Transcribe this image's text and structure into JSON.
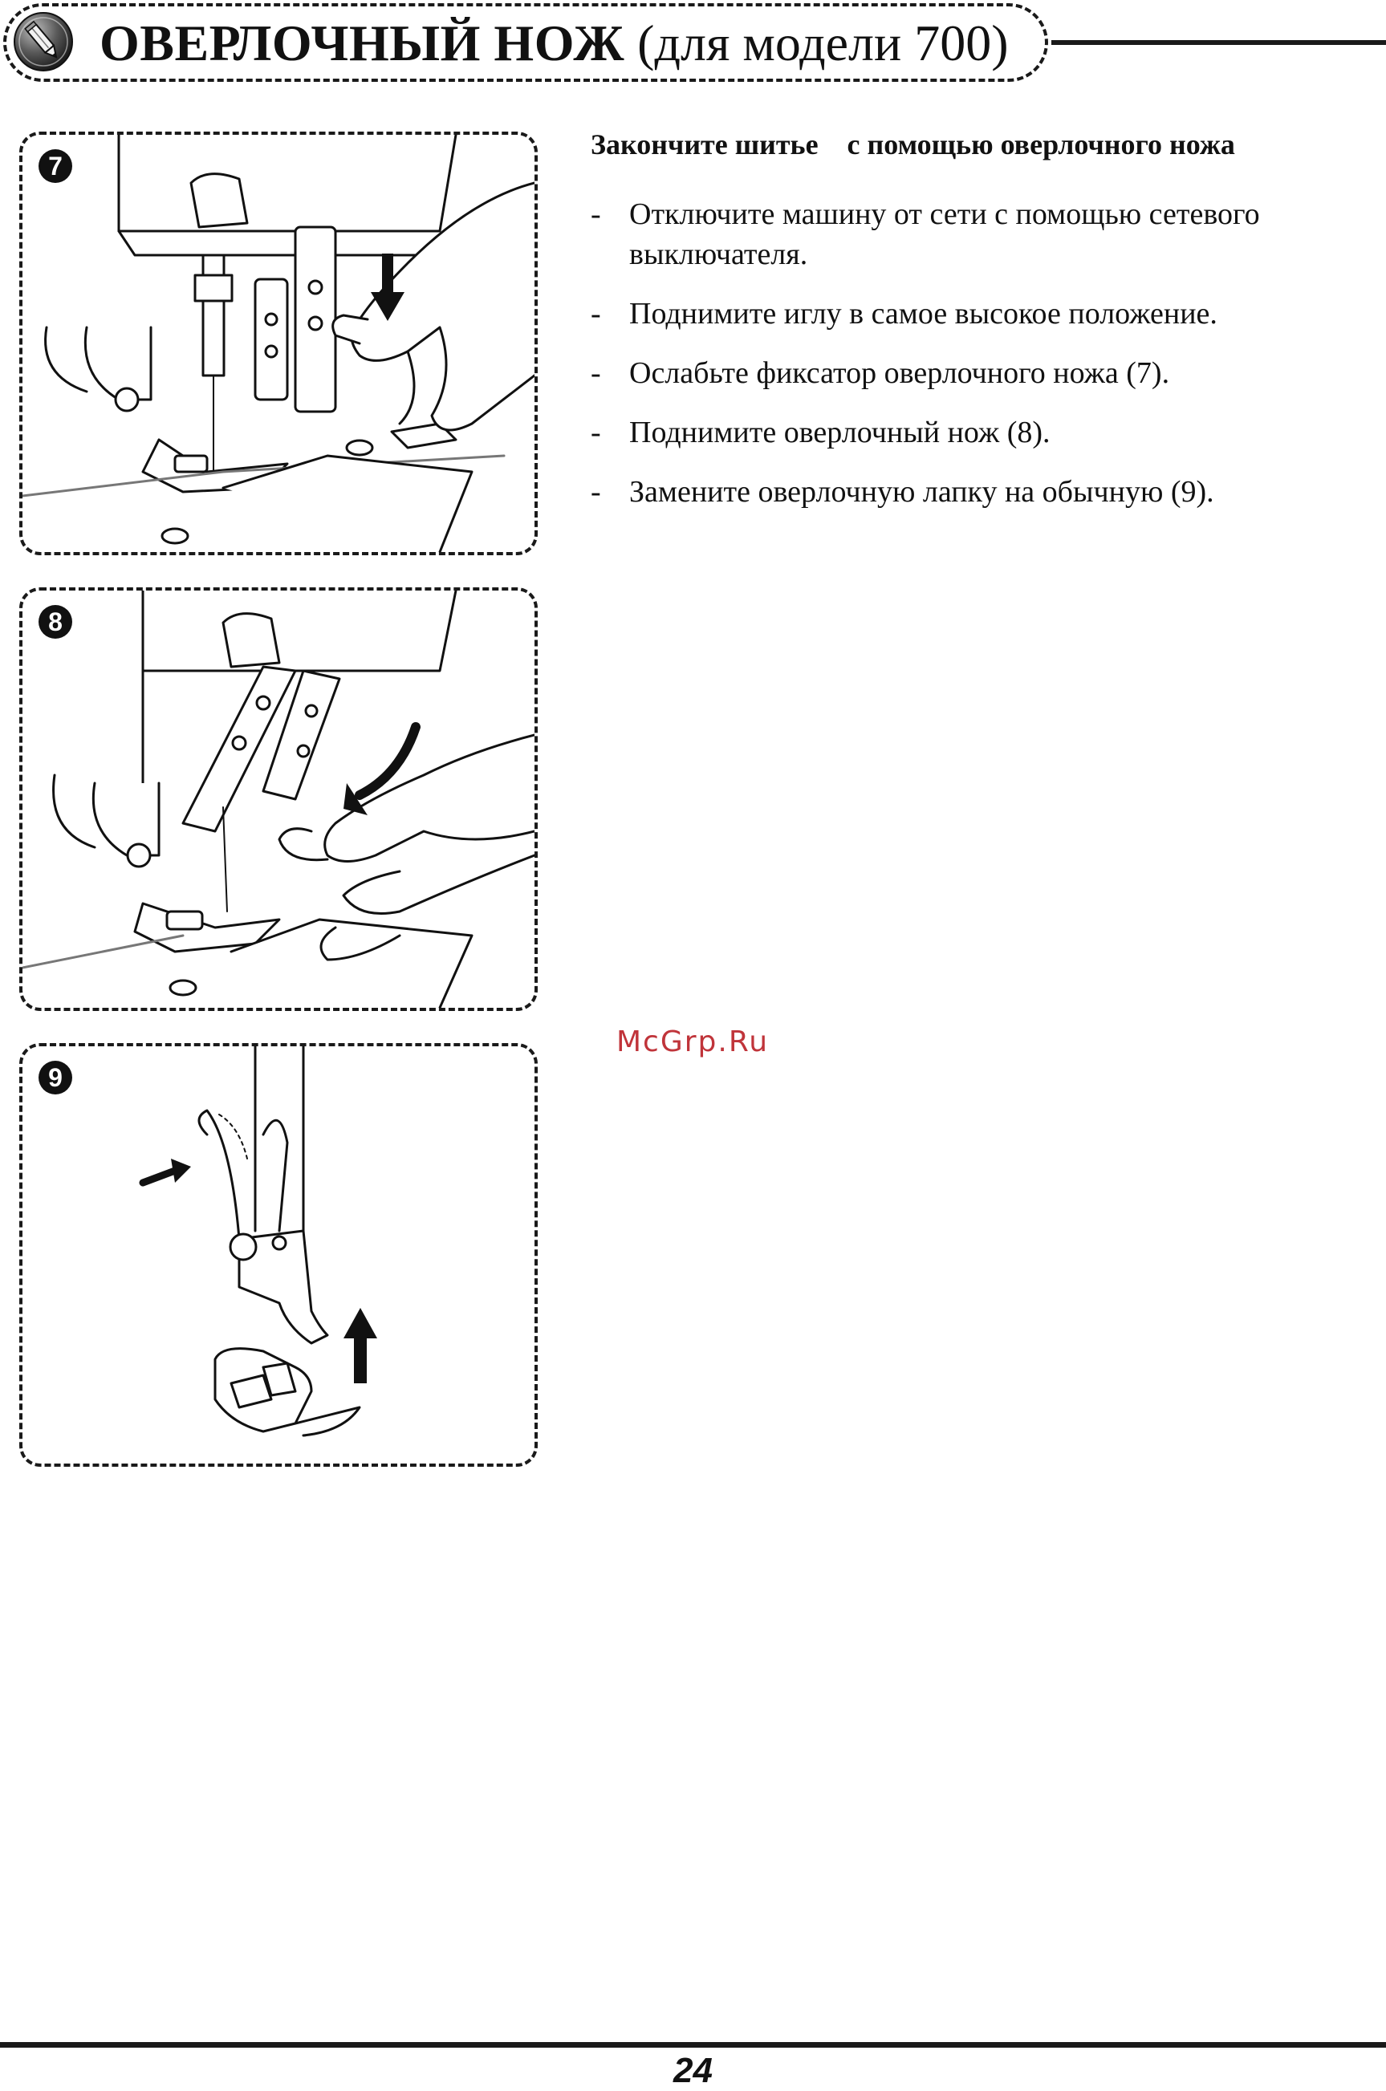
{
  "header": {
    "title_main": "ОВЕРЛОЧНЫЙ НОЖ",
    "title_sub": "(для модели 700)",
    "icon": "pencil-icon"
  },
  "figures": [
    {
      "number": "7",
      "icon": "overlock-knife-loosen-illustration"
    },
    {
      "number": "8",
      "icon": "overlock-knife-raise-illustration"
    },
    {
      "number": "9",
      "icon": "presser-foot-replace-illustration"
    }
  ],
  "instructions": {
    "heading": "Закончите шитье    с помощью оверлочного ножа",
    "bullet": "-",
    "steps": [
      "Отключите машину от сети с помощью сетевого выключателя.",
      "Поднимите иглу в самое высокое положение.",
      "Ослабьте фиксатор оверлочного ножа (7).",
      "Поднимите оверлочный нож (8).",
      "Замените оверлочную лапку на обычную (9)."
    ]
  },
  "watermark": "McGrp.Ru",
  "footer": {
    "page_number": "24"
  },
  "colors": {
    "ink": "#1a1a1a",
    "watermark": "#c0343a"
  }
}
